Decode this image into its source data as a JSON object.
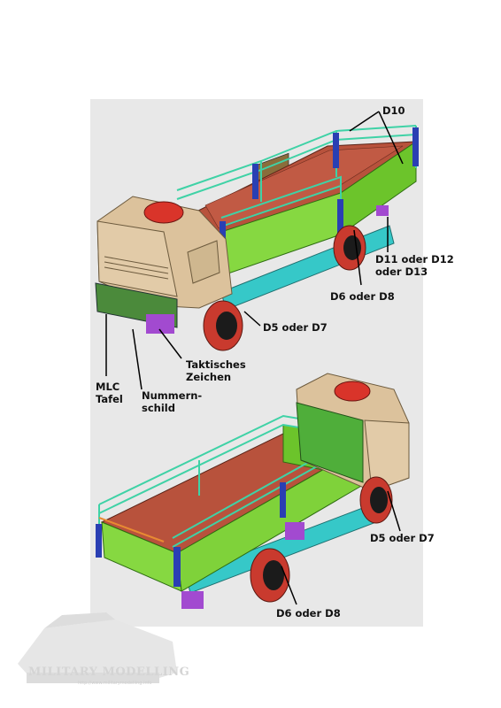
{
  "labels": {
    "d10": "D10",
    "d11": "D11 oder D12\noder D13",
    "d6_top": "D6 oder D8",
    "d5_top": "D5 oder D7",
    "taktisch": "Taktisches\nZeichen",
    "mlc": "MLC\nTafel",
    "nummern": "Nummern-\nschild",
    "d5_bottom": "D5 oder D7",
    "d6_bottom": "D6 oder D8"
  },
  "watermark": {
    "text": "MILITARY MODELLING",
    "url": "http://www.militarymodelling.info"
  },
  "colors": {
    "cab": "#dcc29c",
    "bed_floor": "#b8523c",
    "side_panels": "#7fd23a",
    "rails": "#3fd2a6",
    "wheels": "#c93a2e",
    "frame": "#36c8c8",
    "stakes": "#2a3fb3",
    "accents": "#a24ad0",
    "roof_light": "#d9342a"
  }
}
